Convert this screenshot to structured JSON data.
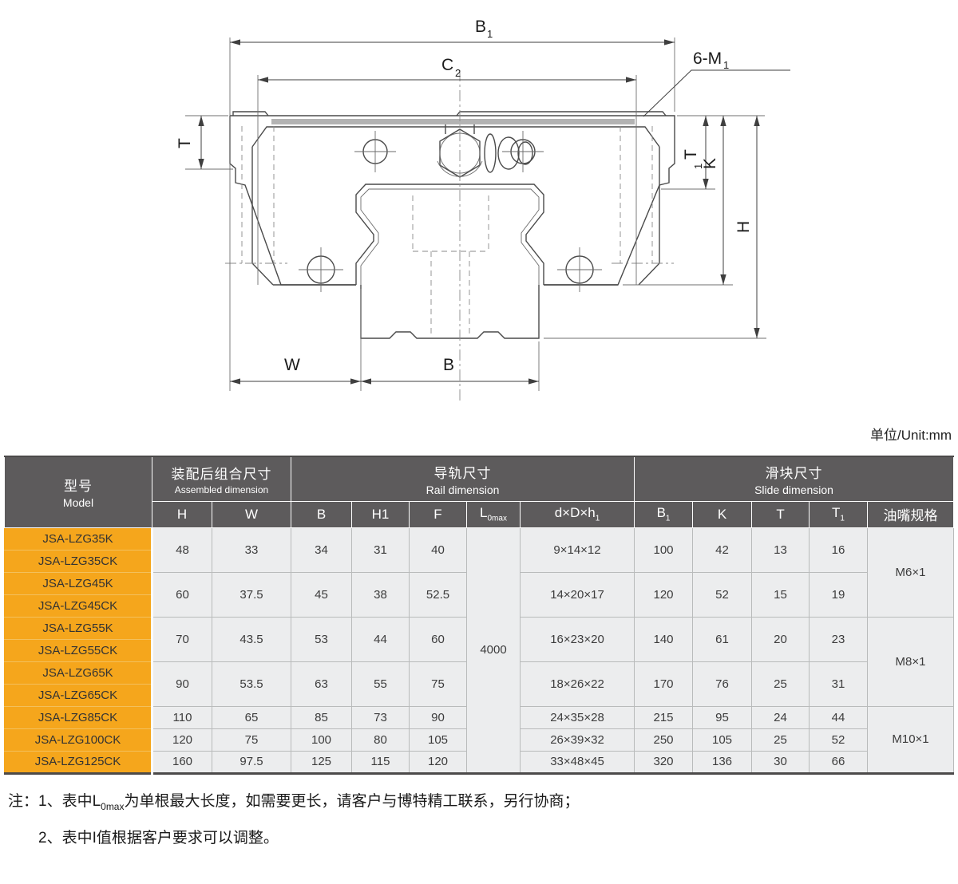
{
  "unit": "单位/Unit:mm",
  "diagram": {
    "b1": {
      "main": "B",
      "sub": "1"
    },
    "c2": {
      "main": "C",
      "sub": "2"
    },
    "m1": {
      "main": "6-M",
      "sub": "1"
    },
    "t": "T",
    "t1": {
      "main": "T",
      "sub": "1"
    },
    "k": "K",
    "h": "H",
    "w": "W",
    "b": "B"
  },
  "table": {
    "header": {
      "model_zh": "型号",
      "model_en": "Model",
      "assembled_zh": "装配后组合尺寸",
      "assembled_en": "Assembled dimension",
      "rail_zh": "导轨尺寸",
      "rail_en": "Rail dimension",
      "slide_zh": "滑块尺寸",
      "slide_en": "Slide dimension",
      "cols": {
        "h": "H",
        "w": "W",
        "b": "B",
        "h1": "H1",
        "f": "F",
        "l_main": "L",
        "l_sub": "0max",
        "ddh_main": "d×D×h",
        "ddh_sub": "1",
        "b1_main": "B",
        "b1_sub": "1",
        "k": "K",
        "t": "T",
        "t1_main": "T",
        "t1_sub": "1",
        "oil": "油嘴规格"
      }
    },
    "l0max_value": "4000",
    "oil_specs": [
      "M6×1",
      "M8×1",
      "M10×1"
    ],
    "groups": [
      {
        "models": [
          "JSA-LZG35K",
          "JSA-LZG35CK"
        ],
        "h": "48",
        "w": "33",
        "b": "34",
        "h1": "31",
        "f": "40",
        "ddh": "9×14×12",
        "b1": "100",
        "k": "42",
        "t": "13",
        "t1": "16"
      },
      {
        "models": [
          "JSA-LZG45K",
          "JSA-LZG45CK"
        ],
        "h": "60",
        "w": "37.5",
        "b": "45",
        "h1": "38",
        "f": "52.5",
        "ddh": "14×20×17",
        "b1": "120",
        "k": "52",
        "t": "15",
        "t1": "19"
      },
      {
        "models": [
          "JSA-LZG55K",
          "JSA-LZG55CK"
        ],
        "h": "70",
        "w": "43.5",
        "b": "53",
        "h1": "44",
        "f": "60",
        "ddh": "16×23×20",
        "b1": "140",
        "k": "61",
        "t": "20",
        "t1": "23"
      },
      {
        "models": [
          "JSA-LZG65K",
          "JSA-LZG65CK"
        ],
        "h": "90",
        "w": "53.5",
        "b": "63",
        "h1": "55",
        "f": "75",
        "ddh": "18×26×22",
        "b1": "170",
        "k": "76",
        "t": "25",
        "t1": "31"
      },
      {
        "models": [
          "JSA-LZG85CK"
        ],
        "h": "110",
        "w": "65",
        "b": "85",
        "h1": "73",
        "f": "90",
        "ddh": "24×35×28",
        "b1": "215",
        "k": "95",
        "t": "24",
        "t1": "44"
      },
      {
        "models": [
          "JSA-LZG100CK"
        ],
        "h": "120",
        "w": "75",
        "b": "100",
        "h1": "80",
        "f": "105",
        "ddh": "26×39×32",
        "b1": "250",
        "k": "105",
        "t": "25",
        "t1": "52"
      },
      {
        "models": [
          "JSA-LZG125CK"
        ],
        "h": "160",
        "w": "97.5",
        "b": "125",
        "h1": "115",
        "f": "120",
        "ddh": "33×48×45",
        "b1": "320",
        "k": "136",
        "t": "30",
        "t1": "66"
      }
    ]
  },
  "notes": {
    "n1_prefix": "注：1、表中L",
    "n1_sub": "0max",
    "n1_suffix": "为单根最大长度，如需要更长，请客户与博特精工联系，另行协商；",
    "n2": "2、表中I值根据客户要求可以调整。"
  },
  "colors": {
    "accent_orange": "#f5a61c",
    "header_gray": "#5d5b5c",
    "cell_gray": "#ecedee"
  }
}
